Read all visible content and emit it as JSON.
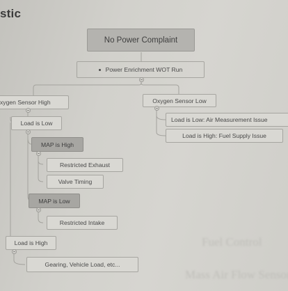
{
  "header": {
    "title": "stic"
  },
  "background_text": {
    "line1": "Fuel Control",
    "line2": "Mass Air Flow Sensor"
  },
  "diagram": {
    "root": "No Power Complaint",
    "test": "Power Enrichment  WOT Run",
    "branch_high": {
      "label": "xygen Sensor High",
      "load_low": "Load is Low",
      "map_high": "MAP is High",
      "restricted_exhaust": "Restricted Exhaust",
      "valve_timing": "Valve Timing",
      "map_low": "MAP is Low",
      "restricted_intake": "Restricted Intake",
      "load_high": "Load is High",
      "gearing": "Gearing, Vehicle Load, etc..."
    },
    "branch_low": {
      "label": "Oxygen Sensor Low",
      "load_low": "Load is Low:  Air Measurement Issue",
      "load_high": "Load is High:  Fuel Supply Issue"
    }
  }
}
